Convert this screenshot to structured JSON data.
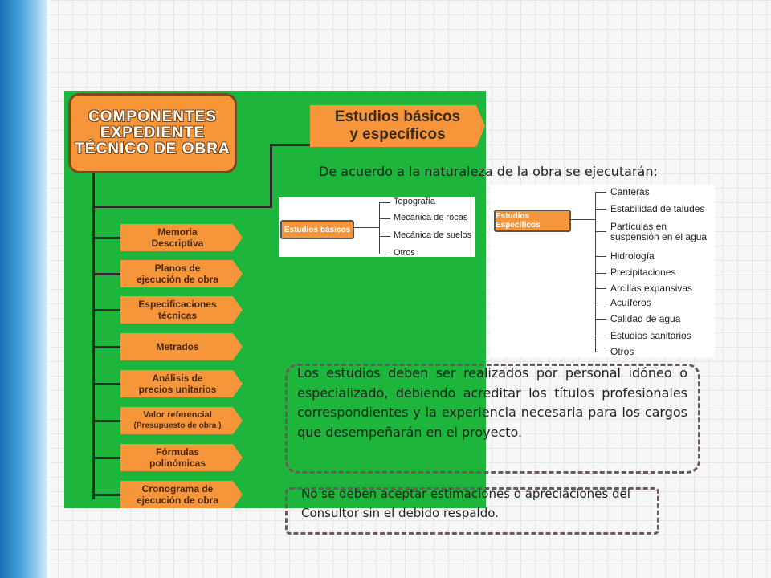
{
  "main_title": "COMPONENTES EXPEDIENTE TÉCNICO DE OBRA",
  "components": [
    {
      "line1": "Memoria",
      "line2": "Descriptiva"
    },
    {
      "line1": "Planos de",
      "line2": "ejecución de obra"
    },
    {
      "line1": "Especificaciones",
      "line2": "técnicas"
    },
    {
      "line1": "Metrados",
      "line2": ""
    },
    {
      "line1": "Análisis de",
      "line2": "precios unitarios"
    },
    {
      "line1": "Valor referencial",
      "line2": "(Presupuesto de obra )"
    },
    {
      "line1": "Fórmulas",
      "line2": "polinómicas"
    },
    {
      "line1": "Cronograma de",
      "line2": "ejecución de obra"
    }
  ],
  "studies_header": {
    "line1": "Estudios básicos",
    "line2": "y específicos"
  },
  "subtitle": "De acuerdo a la naturaleza de la obra se ejecutarán:",
  "basic_studies": {
    "label": "Estudios básicos",
    "items": [
      "Topografía",
      "Mecánica de rocas",
      "Mecánica de suelos",
      "Otros"
    ]
  },
  "specific_studies": {
    "label": "Estudios Específicos",
    "items": [
      "Canteras",
      "Estabilidad de taludes",
      "Partículas en suspensión en el agua",
      "Hidrología",
      "Precipitaciones",
      "Arcillas expansivas",
      "Acuíferos",
      "Calidad de agua",
      "Estudios sanitarios",
      "Otros"
    ]
  },
  "paragraph1": "Los estudios deben ser realizados por personal idóneo o especializado, debiendo acreditar los títulos profesionales correspondientes y la experiencia necesaria para los cargos que desempeñarán en el proyecto.",
  "paragraph2": "No se deben aceptar estimaciones o apreciaciones del Consultor sin el debido respaldo.",
  "colors": {
    "green": "#1db53c",
    "orange": "#f7953b",
    "blue": "#1a6fb5"
  }
}
